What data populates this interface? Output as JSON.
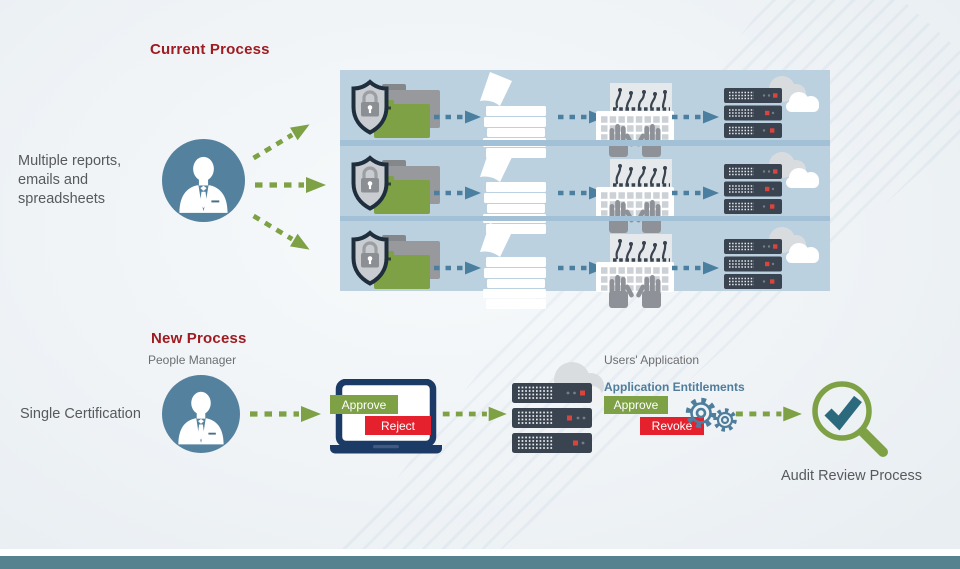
{
  "diagram": {
    "current": {
      "title": "Current Process",
      "source_label": "Multiple reports,\nemails and\nspreadsheets"
    },
    "new": {
      "title": "New Process",
      "manager_label": "People Manager",
      "source_label": "Single Certification",
      "laptop_buttons": {
        "approve": "Approve",
        "reject": "Reject"
      },
      "application": {
        "users_label": "Users' Application",
        "entitlements_label": "Application Entitlements",
        "approve": "Approve",
        "revoke": "Revoke"
      },
      "audit_label": "Audit Review Process"
    },
    "colors": {
      "heading_red": "#9e1b21",
      "body_gray": "#58595b",
      "small_gray": "#6d6e71",
      "green": "#7da144",
      "red": "#e5212e",
      "navy": "#1b3a66",
      "steel_blue": "#4f7d9c",
      "arrow_blue": "#4a7fa0",
      "avatar_teal": "#54819e",
      "panel_blue": "#bcd1e0",
      "panel_divider": "#a3c1d6",
      "server_dark": "#3a4451",
      "check_teal": "#2a6a7c",
      "footer_teal": "#56818f"
    }
  }
}
